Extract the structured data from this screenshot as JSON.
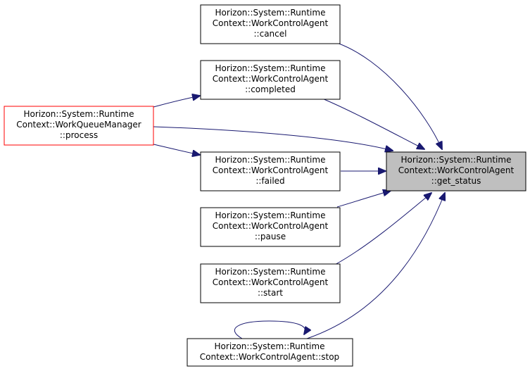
{
  "colors": {
    "edge": "#191970",
    "focus_fill": "#bfbfbf",
    "root_border": "#ff0000",
    "node_border": "#000000",
    "background": "#ffffff"
  },
  "nodes": {
    "cancel": {
      "lines": [
        "Horizon::System::Runtime",
        "Context::WorkControlAgent",
        "::cancel"
      ]
    },
    "completed": {
      "lines": [
        "Horizon::System::Runtime",
        "Context::WorkControlAgent",
        "::completed"
      ]
    },
    "process": {
      "lines": [
        "Horizon::System::Runtime",
        "Context::WorkQueueManager",
        "::process"
      ]
    },
    "failed": {
      "lines": [
        "Horizon::System::Runtime",
        "Context::WorkControlAgent",
        "::failed"
      ]
    },
    "get_status": {
      "lines": [
        "Horizon::System::Runtime",
        "Context::WorkControlAgent",
        "::get_status"
      ]
    },
    "pause": {
      "lines": [
        "Horizon::System::Runtime",
        "Context::WorkControlAgent",
        "::pause"
      ]
    },
    "start": {
      "lines": [
        "Horizon::System::Runtime",
        "Context::WorkControlAgent",
        "::start"
      ]
    },
    "stop": {
      "lines": [
        "Horizon::System::Runtime",
        "Context::WorkControlAgent::stop"
      ]
    }
  },
  "edges": [
    {
      "from": "cancel",
      "to": "get_status"
    },
    {
      "from": "completed",
      "to": "get_status"
    },
    {
      "from": "process",
      "to": "completed"
    },
    {
      "from": "process",
      "to": "get_status"
    },
    {
      "from": "process",
      "to": "failed"
    },
    {
      "from": "failed",
      "to": "get_status"
    },
    {
      "from": "pause",
      "to": "get_status"
    },
    {
      "from": "start",
      "to": "get_status"
    },
    {
      "from": "stop",
      "to": "get_status"
    },
    {
      "from": "stop",
      "to": "stop"
    }
  ]
}
